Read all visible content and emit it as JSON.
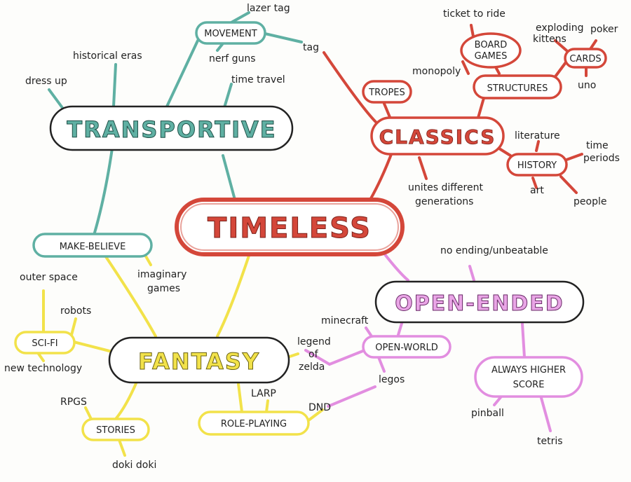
{
  "colors": {
    "red": "#d4473a",
    "teal": "#5fb0a3",
    "yellow": "#f2e24a",
    "pink": "#e28ee0",
    "ink": "#222222"
  },
  "center": {
    "label": "TIMELESS"
  },
  "transportive": {
    "label": "TRANSPORTIVE",
    "movement": "MOVEMENT",
    "make_believe": "MAKE-BELIEVE",
    "leaves": {
      "lazer_tag": "lazer tag",
      "nerf_guns": "nerf guns",
      "tag": "tag",
      "historical_eras": "historical eras",
      "dress_up": "dress up",
      "time_travel": "time travel",
      "imaginary": "imaginary",
      "games": "games"
    }
  },
  "classics": {
    "label": "CLASSICS",
    "tropes": "TROPES",
    "board_games_1": "BOARD",
    "board_games_2": "GAMES",
    "structures": "STRUCTURES",
    "cards": "CARDS",
    "history": "HISTORY",
    "leaves": {
      "ticket_to_ride": "ticket to ride",
      "monopoly": "monopoly",
      "exploding": "exploding",
      "kittens": "kittens",
      "poker": "poker",
      "uno": "uno",
      "literature": "literature",
      "time": "time",
      "periods": "periods",
      "art": "art",
      "people": "people",
      "unites_1": "unites different",
      "unites_2": "generations"
    }
  },
  "open_ended": {
    "label": "OPEN-ENDED",
    "open_world": "OPEN-WORLD",
    "always_1": "ALWAYS HIGHER",
    "always_2": "SCORE",
    "leaves": {
      "no_ending": "no ending/unbeatable",
      "minecraft": "minecraft",
      "legos": "legos",
      "pinball": "pinball",
      "tetris": "tetris",
      "dnd": "DND"
    }
  },
  "fantasy": {
    "label": "FANTASY",
    "sci_fi": "SCI-FI",
    "stories": "STORIES",
    "role_playing": "ROLE-PLAYING",
    "leaves": {
      "outer_space": "outer space",
      "robots": "robots",
      "new_technology": "new technology",
      "rpgs": "RPGS",
      "doki_doki": "doki doki",
      "larp": "LARP",
      "legend": "legend",
      "of": "of",
      "zelda": "zelda"
    }
  }
}
